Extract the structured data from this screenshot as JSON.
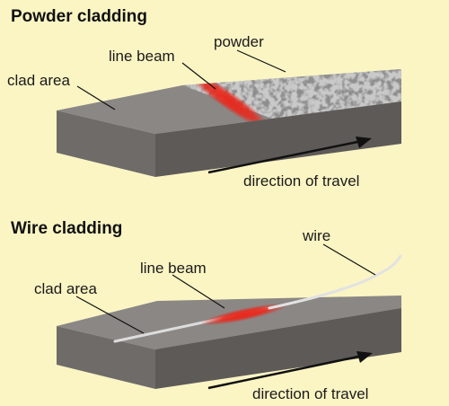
{
  "colors": {
    "background": "#fbf5c4",
    "block_top": "#8b8785",
    "block_front": "#6f6b69",
    "block_side": "#5e5a58",
    "beam": "#e8281c",
    "powder_light": "#c9c9c9",
    "powder_dark": "#8e8e8e",
    "wire": "#e2e2e2",
    "ink": "#111111"
  },
  "powder": {
    "heading": "Powder cladding",
    "labels": {
      "clad_area": "clad area",
      "line_beam": "line beam",
      "powder": "powder",
      "direction": "direction of travel"
    }
  },
  "wire": {
    "heading": "Wire cladding",
    "labels": {
      "clad_area": "clad area",
      "line_beam": "line beam",
      "wire": "wire",
      "direction": "direction of travel"
    }
  }
}
